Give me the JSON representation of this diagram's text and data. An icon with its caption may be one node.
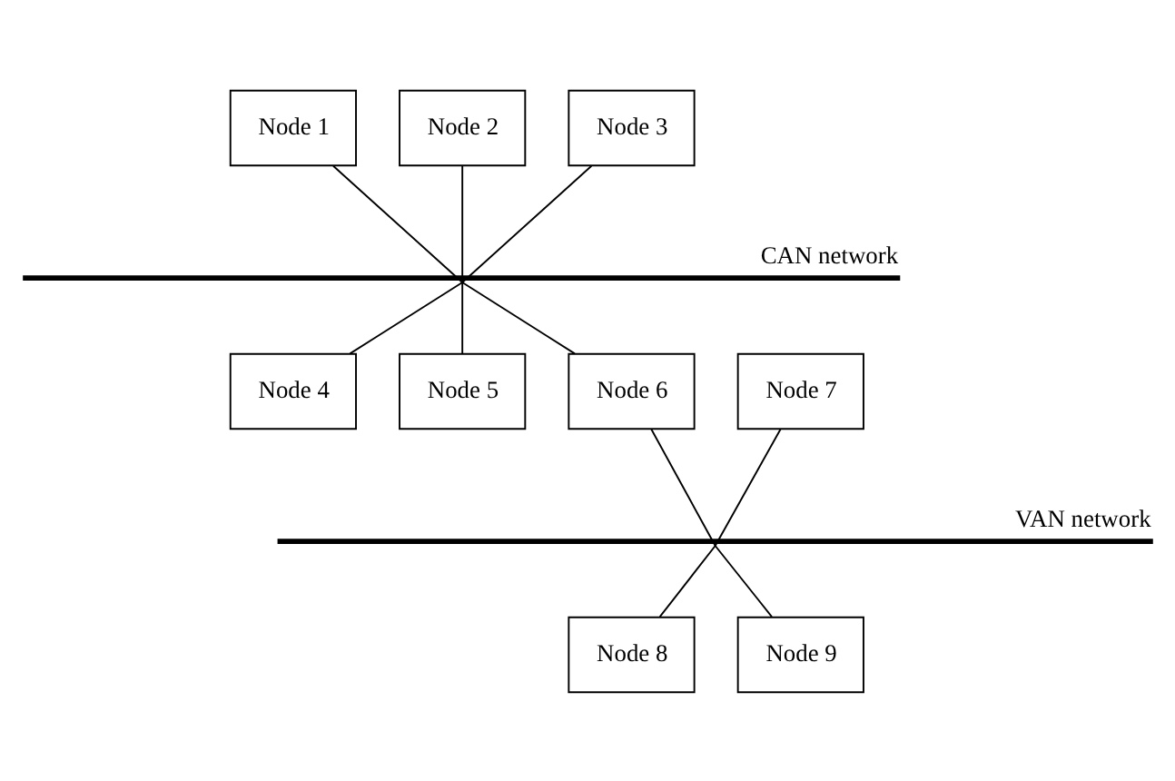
{
  "diagram": {
    "nodes": [
      {
        "text": [
          "Node 1"
        ]
      },
      {
        "text": [
          "Node 2"
        ]
      },
      {
        "text": [
          "Node 3"
        ]
      },
      {
        "text": [],
        "shape": "bar",
        "beside": [
          "CAN network"
        ]
      },
      {
        "text": [
          "Node 4"
        ]
      },
      {
        "text": [
          "Node 5"
        ]
      },
      {
        "text": [
          "Node 6"
        ]
      },
      {
        "text": [
          "Node 7"
        ]
      },
      {
        "text": [],
        "shape": "bar",
        "beside": [
          "VAN network"
        ]
      },
      {
        "text": [
          "Node 8"
        ]
      },
      {
        "text": [
          "Node 9"
        ]
      }
    ],
    "edges": [
      {
        "from": 0,
        "to": 3,
        "arrow": "none"
      },
      {
        "from": 1,
        "to": 3,
        "arrow": "none"
      },
      {
        "from": 2,
        "to": 3,
        "arrow": "none"
      },
      {
        "from": 3,
        "to": 4,
        "arrow": "none"
      },
      {
        "from": 3,
        "to": 5,
        "arrow": "none"
      },
      {
        "from": 3,
        "to": 6,
        "arrow": "none"
      },
      {
        "from": 6,
        "to": 8,
        "arrow": "none"
      },
      {
        "from": 7,
        "to": 8,
        "arrow": "none"
      },
      {
        "from": 8,
        "to": 9,
        "arrow": "none"
      },
      {
        "from": 8,
        "to": 10,
        "arrow": "none"
      }
    ]
  }
}
